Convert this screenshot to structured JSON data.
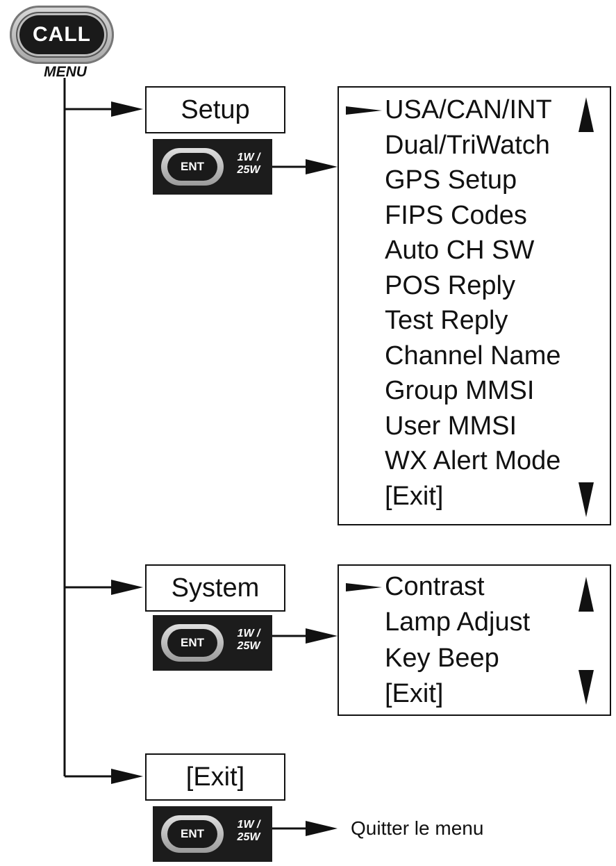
{
  "call_button": {
    "label": "CALL",
    "sublabel": "MENU"
  },
  "main_menu": {
    "setup": "Setup",
    "system": "System",
    "exit": "[Exit]"
  },
  "ent_key": {
    "label": "ENT",
    "power_line1": "1W /",
    "power_line2": "25W"
  },
  "setup_submenu": {
    "items": [
      "USA/CAN/INT",
      "Dual/TriWatch",
      "GPS Setup",
      "FIPS Codes",
      "Auto CH SW",
      "POS Reply",
      "Test Reply",
      "Channel Name",
      "Group MMSI",
      "User MMSI",
      "WX Alert Mode",
      "[Exit]"
    ]
  },
  "system_submenu": {
    "items": [
      "Contrast",
      "Lamp Adjust",
      "Key Beep",
      "[Exit]"
    ]
  },
  "exit_result": "Quitter le menu"
}
